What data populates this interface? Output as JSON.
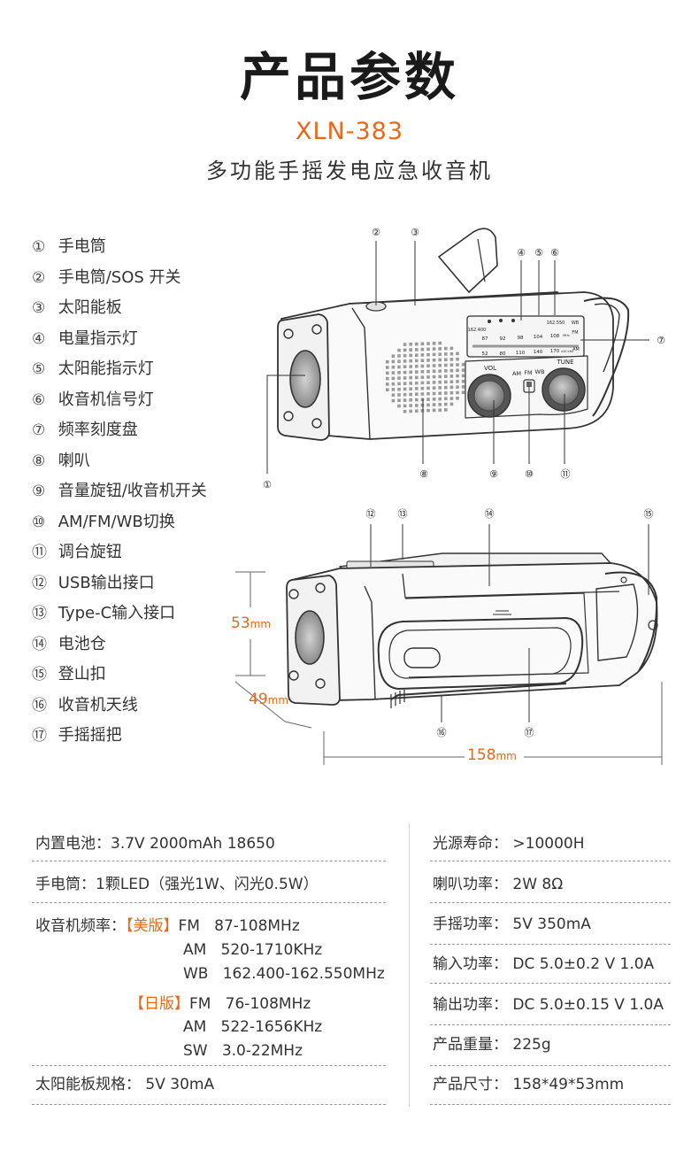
{
  "header": {
    "title": "产品参数",
    "model": "XLN-383",
    "subtitle": "多功能手摇发电应急收音机"
  },
  "parts": [
    {
      "num": "①",
      "label": "手电筒"
    },
    {
      "num": "②",
      "label": "手电筒/SOS 开关"
    },
    {
      "num": "③",
      "label": "太阳能板"
    },
    {
      "num": "④",
      "label": "电量指示灯"
    },
    {
      "num": "⑤",
      "label": "太阳能指示灯"
    },
    {
      "num": "⑥",
      "label": "收音机信号灯"
    },
    {
      "num": "⑦",
      "label": "频率刻度盘"
    },
    {
      "num": "⑧",
      "label": "喇叭"
    },
    {
      "num": "⑨",
      "label": "音量旋钮/收音机开关"
    },
    {
      "num": "⑩",
      "label": "AM/FM/WB切换"
    },
    {
      "num": "⑪",
      "label": "调台旋钮"
    },
    {
      "num": "⑫",
      "label": "USB输出接口"
    },
    {
      "num": "⑬",
      "label": "Type-C输入接口"
    },
    {
      "num": "⑭",
      "label": "电池仓"
    },
    {
      "num": "⑮",
      "label": "登山扣"
    },
    {
      "num": "⑯",
      "label": "收音机天线"
    },
    {
      "num": "⑰",
      "label": "手摇摇把"
    }
  ],
  "radio_panel": {
    "vol": "VOL",
    "tune": "TUNE",
    "band_am": "AM",
    "band_fm": "FM",
    "band_wb": "WB",
    "wb_low": "162.400",
    "wb_high": "162.550",
    "wb_tag": "WB",
    "fm_tag": "FM",
    "am_tag": "AM",
    "fm_scale": [
      "87",
      "92",
      "98",
      "104",
      "108"
    ],
    "fm_unit": "MHz",
    "am_scale": [
      "52",
      "80",
      "110",
      "140",
      "170"
    ],
    "am_unit": "x10 kHz"
  },
  "dimensions": {
    "height_value": "53",
    "height_unit": "mm",
    "depth_value": "49",
    "depth_unit": "mm",
    "length_value": "158",
    "length_unit": "mm"
  },
  "specs": {
    "battery_key": "内置电池：",
    "battery_val": "3.7V 2000mAh 18650",
    "flashlight_key": "手电筒：",
    "flashlight_val": "1颗LED（强光1W、闪光0.5W）",
    "freq_key": "收音机频率：",
    "us_tag": "【美版】",
    "us_fm_band": "FM",
    "us_fm_val": "87-108MHz",
    "us_am_band": "AM",
    "us_am_val": "520-1710KHz",
    "us_wb_band": "WB",
    "us_wb_val": "162.400-162.550MHz",
    "jp_tag": "【日版】",
    "jp_fm_band": "FM",
    "jp_fm_val": "76-108MHz",
    "jp_am_band": "AM",
    "jp_am_val": "522-1656KHz",
    "jp_sw_band": "SW",
    "jp_sw_val": "3.0-22MHz",
    "solar_key": "太阳能板规格：",
    "solar_val": "5V 30mA",
    "light_life_key": "光源寿命：",
    "light_life_val": ">10000H",
    "speaker_key": "喇叭功率：",
    "speaker_val": "2W 8Ω",
    "crank_key": "手摇功率：",
    "crank_val": "5V 350mA",
    "input_key": "输入功率：",
    "input_val": "DC 5.0±0.2 V  1.0A",
    "output_key": "输出功率：",
    "output_val": "DC 5.0±0.15 V  1.0A",
    "weight_key": "产品重量：",
    "weight_val": "225g",
    "size_key": "产品尺寸：",
    "size_val": "158*49*53mm"
  }
}
